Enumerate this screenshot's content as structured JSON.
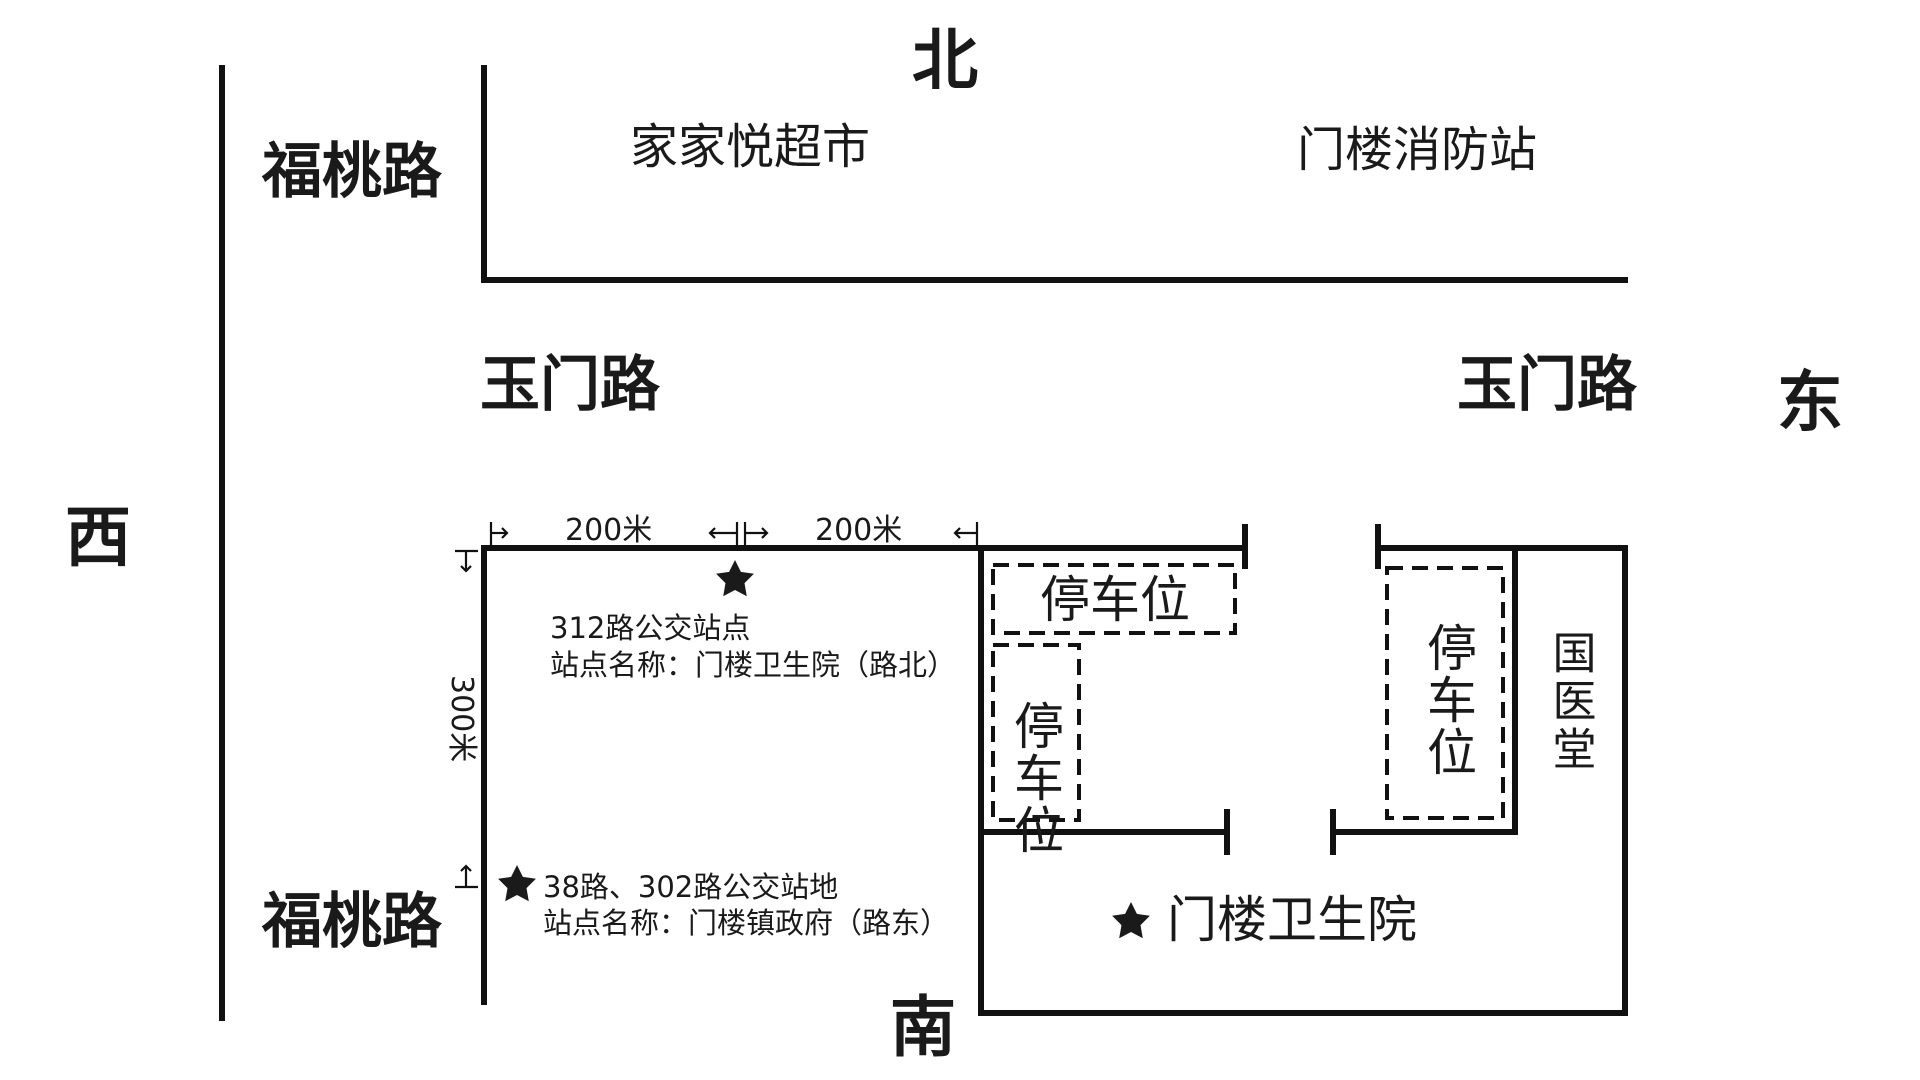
{
  "directions": {
    "north": "北",
    "south": "南",
    "east": "东",
    "west": "西"
  },
  "roads": {
    "futao_top": "福桃路",
    "futao_bottom": "福桃路",
    "yumen_left": "玉门路",
    "yumen_right": "玉门路"
  },
  "places": {
    "supermarket": "家家悦超市",
    "fire_station": "门楼消防站",
    "guoyitang": "国医堂",
    "hospital": "门楼卫生院"
  },
  "parking": {
    "top": "停车位",
    "left": "停车位",
    "right": "停车位"
  },
  "dimensions": {
    "d1": "200米",
    "d2": "200米",
    "d3": "300米"
  },
  "bus_stops": [
    {
      "route": "312路公交站点",
      "name": "站点名称：门楼卫生院（路北）"
    },
    {
      "route": "38路、302路公交站地",
      "name": "站点名称：门楼镇政府（路东）"
    }
  ],
  "colors": {
    "line": "#111111",
    "text": "#1a1a1a",
    "background": "#ffffff"
  },
  "icons": [
    "star-icon",
    "arrow-icon"
  ]
}
